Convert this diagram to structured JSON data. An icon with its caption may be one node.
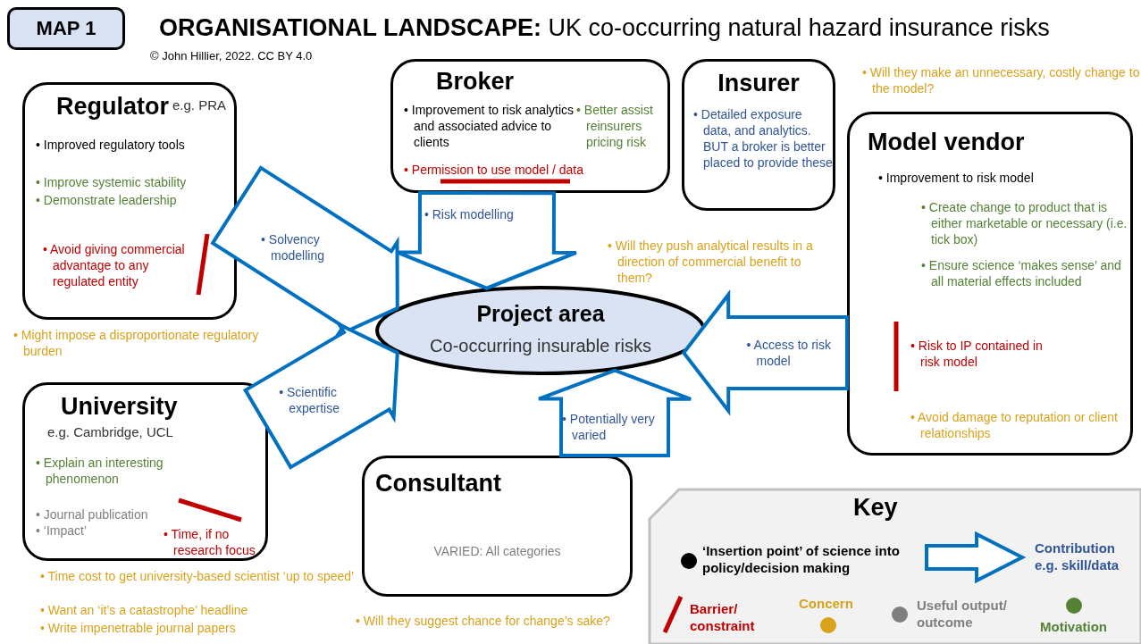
{
  "diagram": {
    "title": "**ORGANISATIONAL LANDSCAPE:** UK co-occurring natural hazard insurance risks",
    "nodes": [
      {
        "text": [
          "MAP 1"
        ]
      },
      {
        "text": [
          "Regulator",
          "e.g. PRA",
          "• Improved regulatory tools",
          "• Improve systemic stability",
          "• Demonstrate leadership",
          "• Avoid giving commercial advantage to any regulated entity"
        ],
        "beside": [
          "• Might impose a disproportionate regulatory burden"
        ]
      },
      {
        "text": [
          "Broker",
          "• Improvement to risk analytics and associated advice to clients",
          "• Better assist reinsurers pricing risk",
          "• Permission to use model / data"
        ]
      },
      {
        "text": [
          "Insurer",
          "• Detailed exposure data, and analytics. BUT a broker is better placed to provide these"
        ]
      },
      {
        "text": [
          "Model vendor",
          "• Improvement to risk model",
          "• Create change to product that is either marketable or necessary (i.e. tick box)",
          "• Ensure science ‘makes sense’ and all material effects included",
          "• Risk to IP contained in risk model",
          "• Avoid damage to reputation or client relationships"
        ],
        "beside": [
          "• Will they make an unnecessary, costly change to the model?"
        ]
      },
      {
        "text": [
          "Project area",
          "Co-occurring insurable risks"
        ]
      },
      {
        "text": [
          "University",
          "e.g. Cambridge, UCL",
          "• Explain an interesting phenomenon",
          "• Journal publication",
          "• ‘Impact’",
          "• Time, if no research focus"
        ]
      },
      {
        "text": [
          "Consultant",
          "VARIED: All categories"
        ],
        "beside": [
          "• Will they suggest chance for change’s sake?"
        ]
      }
    ],
    "edges": [
      {
        "from": 1,
        "to": 5,
        "arrow": "to",
        "label": "• Solvency modelling"
      },
      {
        "from": 2,
        "to": 5,
        "arrow": "to",
        "label": "• Risk modelling"
      },
      {
        "from": 4,
        "to": 5,
        "arrow": "to",
        "label": "• Access to risk model"
      },
      {
        "from": 6,
        "to": 5,
        "arrow": "to",
        "label": "• Scientific expertise"
      },
      {
        "from": 7,
        "to": 5,
        "arrow": "to",
        "label": "• Potentially very varied"
      }
    ],
    "labels": [
      "© John Hillier, 2022. CC BY 4.0",
      "• Will they push analytical results in a direction of commercial benefit to them?",
      "Key",
      "• Time cost to get university-based scientist ‘up to speed’",
      "• Want an ‘it’s a catastrophe’ headline",
      "• Write impenetrable journal papers"
    ],
    "legend": [
      {
        "text": "‘Insertion point’ of science into policy/decision making",
        "color": "#000000"
      },
      {
        "text": "Contribution e.g. skill/data"
      },
      {
        "text": "Barrier/ constraint"
      },
      {
        "text": "Concern",
        "color": "#d9a21b"
      },
      {
        "text": "Useful output/ outcome",
        "color": "#7f7f7f"
      },
      {
        "text": "Motivation",
        "color": "#548235"
      }
    ]
  }
}
